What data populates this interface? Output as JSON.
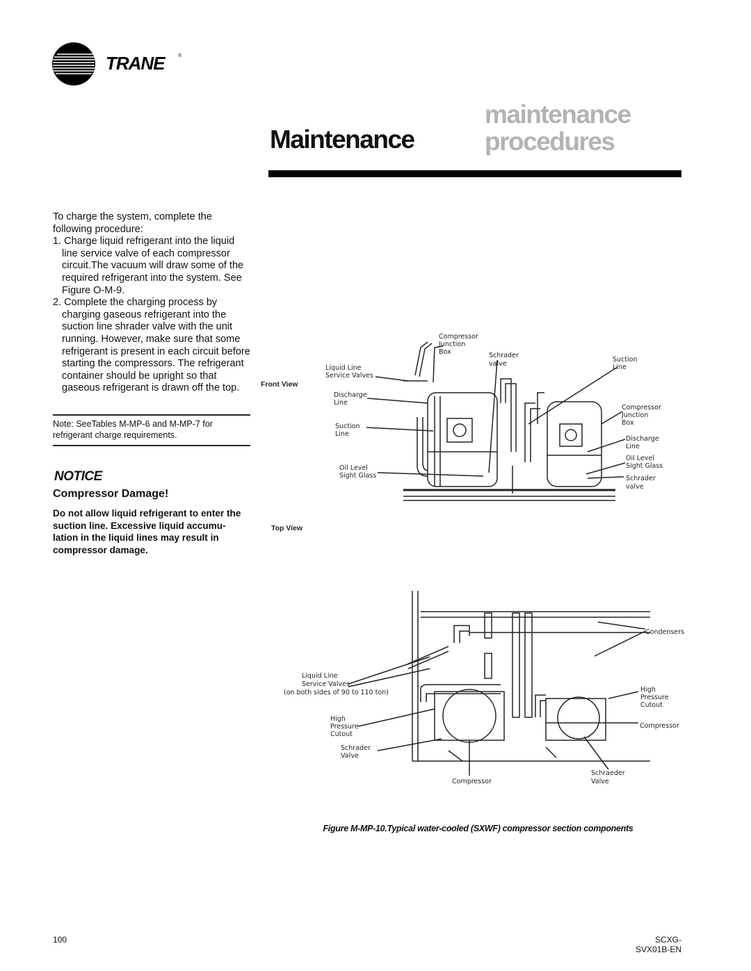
{
  "brand": {
    "logo_text": "TRANE",
    "logo_icon": "trane-circle-logo"
  },
  "header": {
    "section": "Maintenance",
    "topic_line1": "maintenance",
    "topic_line2": "procedures"
  },
  "body": {
    "intro": "To charge the system, complete the following procedure:",
    "steps": [
      "1. Charge liquid refrigerant into the liquid line service valve of each compressor circuit.The vacuum will draw some of the required refrigerant into the system. See Figure O-M-9.",
      "2. Complete the charging process by charging gaseous refrigerant into the suction line shrader valve with the unit running. However, make sure that some refrigerant is present in each circuit before starting the compressors. The refrigerant container should be upright so that gaseous refrigerant is drawn off the top."
    ],
    "note": "Note: SeeTables M-MP-6 and M-MP-7 for refrigerant charge requirements."
  },
  "notice": {
    "title": "NOTICE",
    "heading": "Compressor Damage!",
    "text": "Do not allow liquid refrigerant to enter the suction line. Excessive liquid accumu-lation in the liquid lines may result in compressor damage."
  },
  "figure": {
    "front_view": {
      "title": "Front View",
      "labels": {
        "compressor_junction_box_1": "Compressor",
        "compressor_junction_box_2": "Junction",
        "compressor_junction_box_3": "Box",
        "schrader_valve_1": "Schrader",
        "schrader_valve_2": "valve",
        "suction_line_r1": "Suction",
        "suction_line_r2": "Line",
        "liquid_line_1": "Liquid Line",
        "liquid_line_2": "Service Valves",
        "discharge_line_1": "Discharge",
        "discharge_line_2": "Line",
        "suction_line_l1": "Suction",
        "suction_line_l2": "Line",
        "oil_level_1": "Oil Level",
        "oil_level_2": "Sight Glass",
        "comp_jbox_r1": "Compressor",
        "comp_jbox_r2": "Junction",
        "comp_jbox_r3": "Box",
        "discharge_r1": "Discharge",
        "discharge_r2": "Line",
        "oil_r1": "Oil Level",
        "oil_r2": "Sight Glass",
        "schrader_r1": "Schrader",
        "schrader_r2": "valve"
      }
    },
    "top_view": {
      "title": "Top View",
      "labels": {
        "condensers": "Condensers",
        "liquid_line_1": "Liquid Line",
        "liquid_line_2": "Service Valves",
        "liquid_line_3": "(on both sides of 90 to 110 ton)",
        "high_pressure_r1": "High",
        "high_pressure_r2": "Pressure",
        "high_pressure_r3": "Cutout",
        "high_pressure_l1": "High",
        "high_pressure_l2": "Pressure",
        "high_pressure_l3": "Cutout",
        "compressor_r": "Compressor",
        "schrader_l1": "Schrader",
        "schrader_l2": "Valve",
        "compressor_b": "Compressor",
        "schraeder_r1": "Schraeder",
        "schraeder_r2": "Valve"
      }
    },
    "caption": "Figure M-MP-10.Typical water-cooled (SXWF) compressor section components"
  },
  "footer": {
    "page_number": "100",
    "doc_number": "SCXG-SVX01B-EN"
  }
}
